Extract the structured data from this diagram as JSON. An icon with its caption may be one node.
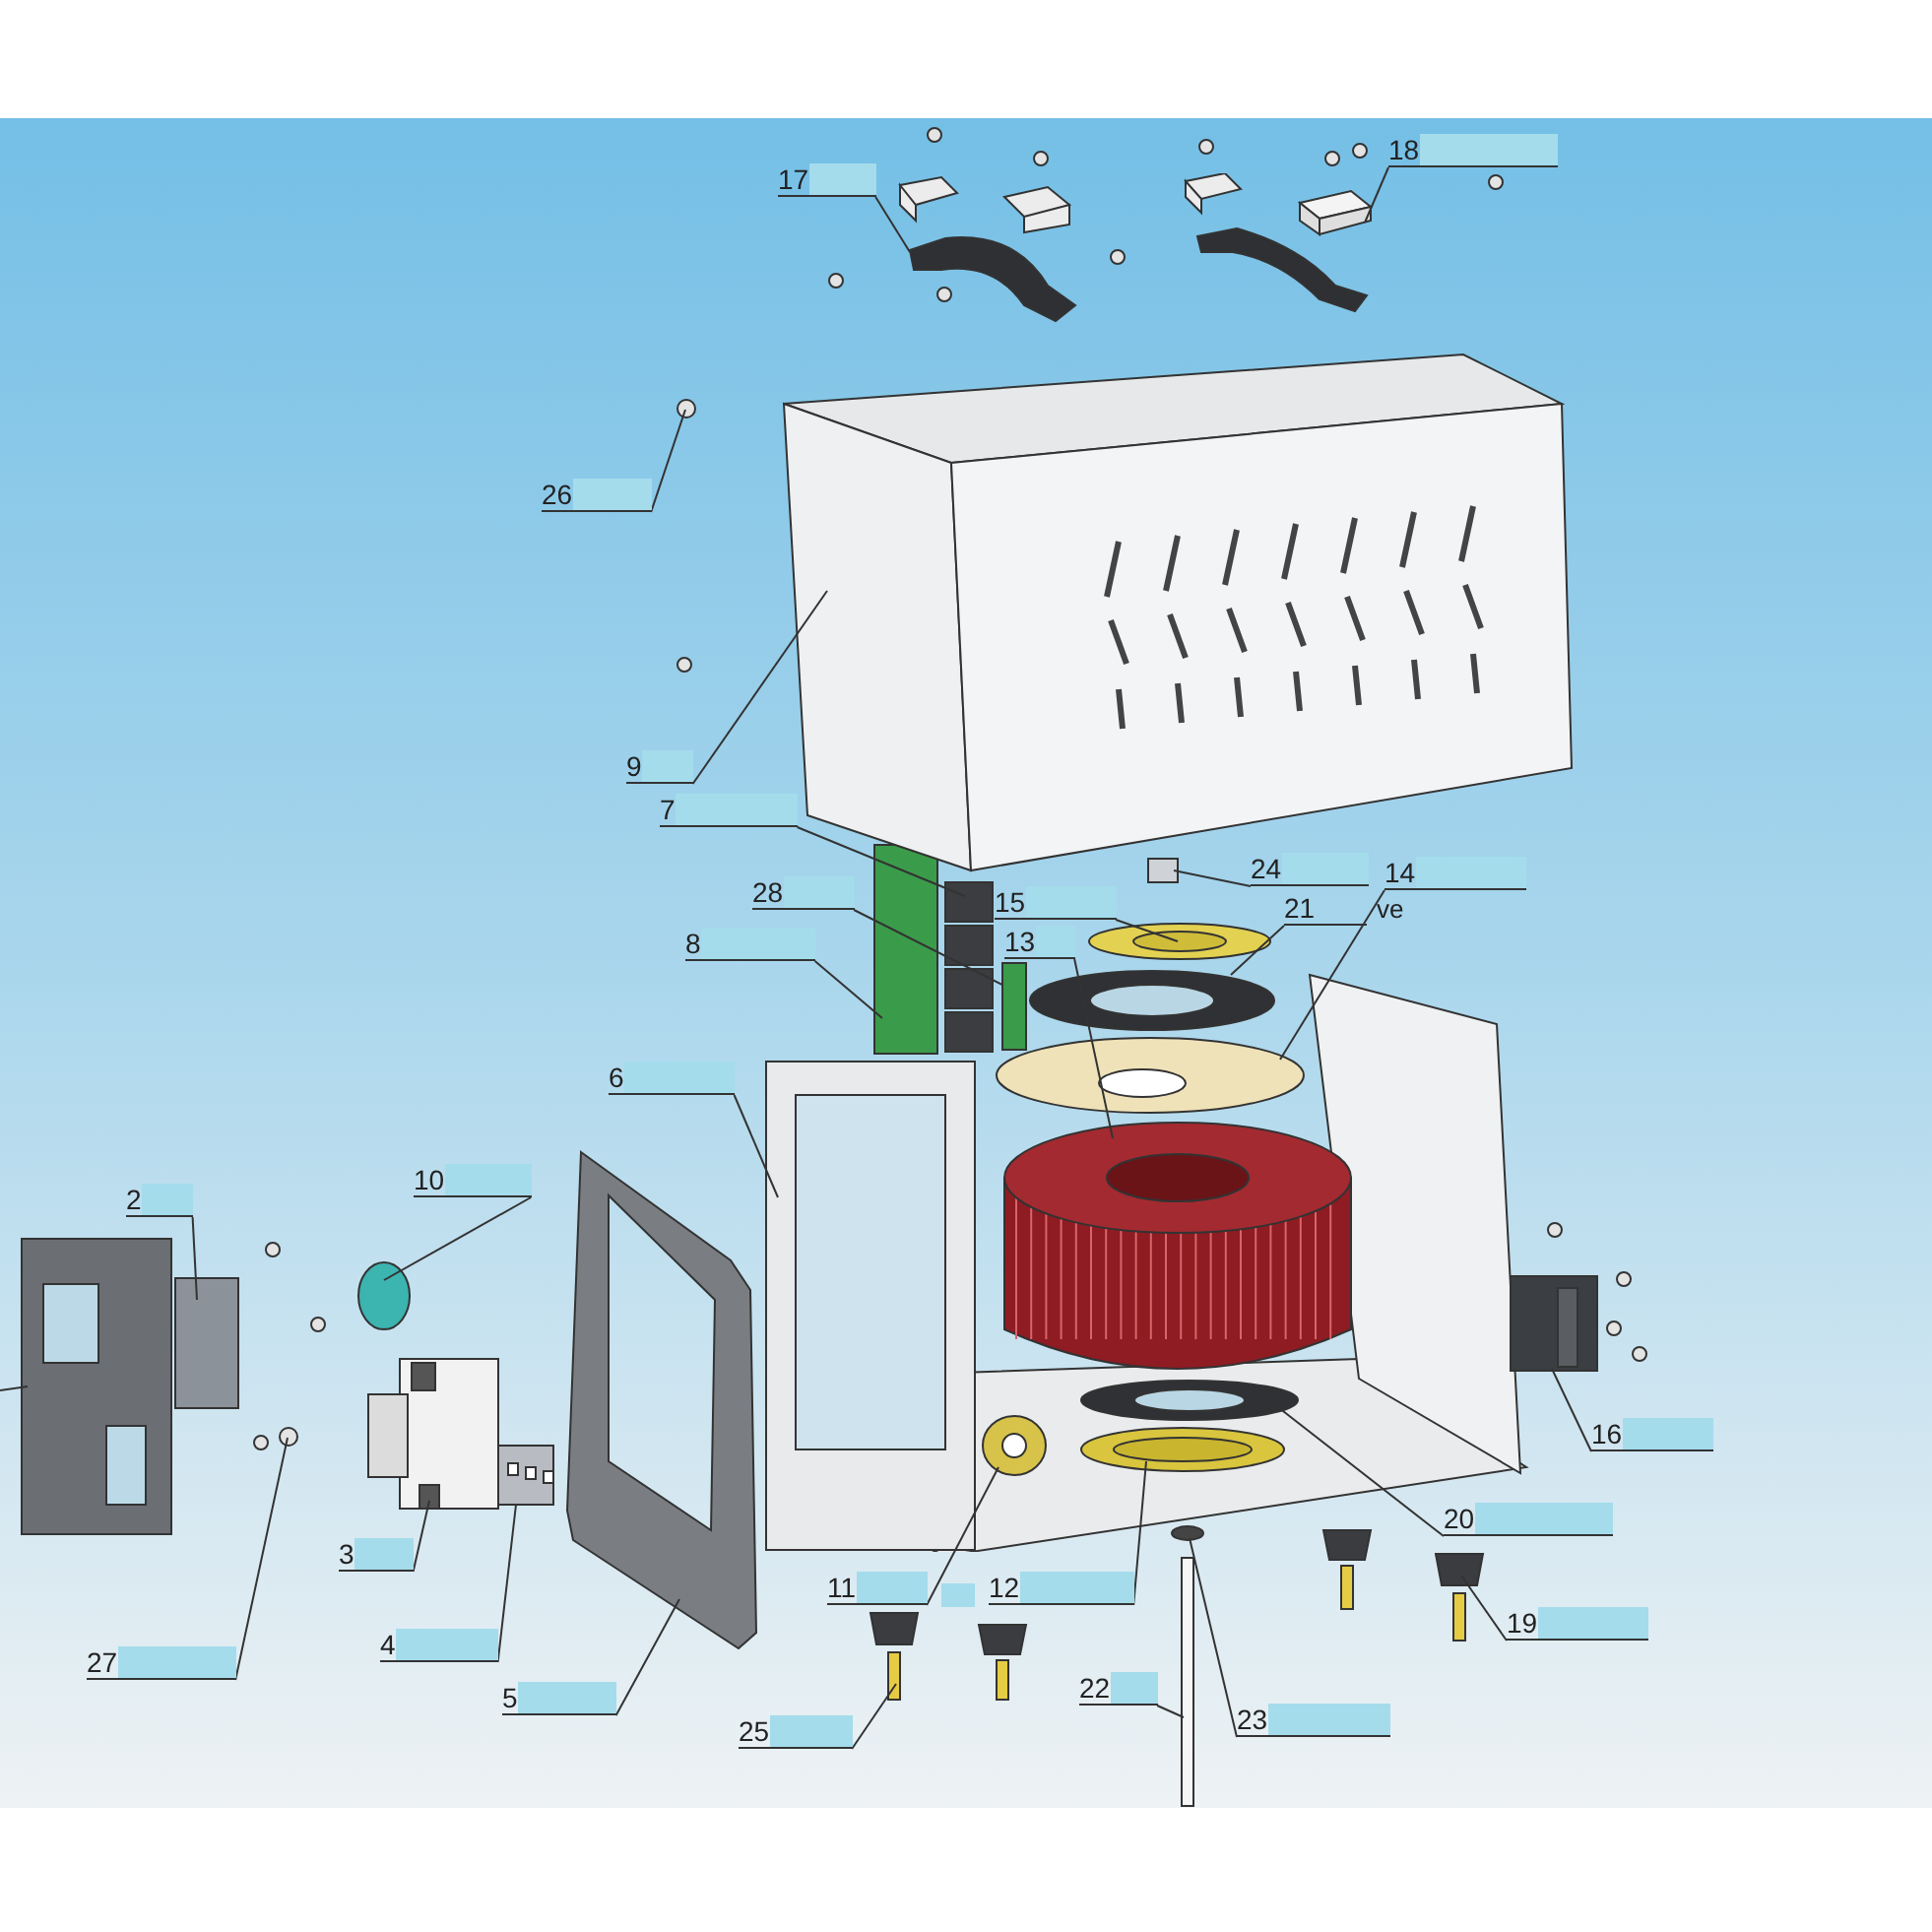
{
  "diagram": {
    "nodes": [
      {
        "text": [],
        "shape": "box"
      },
      {
        "text": [
          "2"
        ]
      },
      {
        "text": [],
        "shape": "box"
      },
      {
        "text": [
          "3"
        ]
      },
      {
        "text": [],
        "shape": "picture"
      },
      {
        "text": [
          "4"
        ]
      },
      {
        "text": [],
        "shape": "picture"
      },
      {
        "text": [
          "5"
        ]
      },
      {
        "text": [],
        "shape": "picture"
      },
      {
        "text": [
          "6"
        ]
      },
      {
        "text": [],
        "shape": "box"
      },
      {
        "text": [
          "7"
        ]
      },
      {
        "text": [],
        "shape": "picture"
      },
      {
        "text": [
          "8"
        ]
      },
      {
        "text": [],
        "shape": "box"
      },
      {
        "text": [
          "9"
        ]
      },
      {
        "text": [],
        "shape": "picture"
      },
      {
        "text": [
          "10"
        ]
      },
      {
        "text": [],
        "shape": "circle"
      },
      {
        "text": [
          "11"
        ]
      },
      {
        "text": [],
        "shape": "circle"
      },
      {
        "text": [
          "12"
        ]
      },
      {
        "text": [],
        "shape": "circle"
      },
      {
        "text": [
          "13"
        ]
      },
      {
        "text": [],
        "shape": "picture"
      },
      {
        "text": [
          "14"
        ]
      },
      {
        "text": [],
        "shape": "circle"
      },
      {
        "text": [
          "15"
        ]
      },
      {
        "text": [],
        "shape": "circle"
      },
      {
        "text": [
          "16"
        ]
      },
      {
        "text": [],
        "shape": "picture"
      },
      {
        "text": [
          "17"
        ]
      },
      {
        "text": [],
        "shape": "picture"
      },
      {
        "text": [
          "18"
        ]
      },
      {
        "text": [],
        "shape": "picture"
      },
      {
        "text": [
          "19"
        ]
      },
      {
        "text": [],
        "shape": "picture"
      },
      {
        "text": [
          "20"
        ]
      },
      {
        "text": [],
        "shape": "circle"
      },
      {
        "text": [
          "21"
        ]
      },
      {
        "text": [],
        "shape": "circle"
      },
      {
        "text": [
          "22"
        ]
      },
      {
        "text": [],
        "shape": "bar"
      },
      {
        "text": [
          "23"
        ]
      },
      {
        "text": [],
        "shape": "circle"
      },
      {
        "text": [
          "24"
        ]
      },
      {
        "text": [],
        "shape": "box"
      },
      {
        "text": [
          "25"
        ]
      },
      {
        "text": [],
        "shape": "picture"
      },
      {
        "text": [
          "26"
        ]
      },
      {
        "text": [],
        "shape": "circle"
      },
      {
        "text": [
          "27"
        ]
      },
      {
        "text": [],
        "shape": "circle"
      },
      {
        "text": [
          "28"
        ]
      },
      {
        "text": [],
        "shape": "box"
      }
    ],
    "edges": [
      {
        "from": null,
        "to": 0,
        "arrow": "none"
      },
      {
        "from": 1,
        "to": 2,
        "arrow": "none"
      },
      {
        "from": 3,
        "to": 4,
        "arrow": "none"
      },
      {
        "from": 5,
        "to": 6,
        "arrow": "none"
      },
      {
        "from": 7,
        "to": 8,
        "arrow": "none"
      },
      {
        "from": 9,
        "to": 10,
        "arrow": "none"
      },
      {
        "from": 11,
        "to": 12,
        "arrow": "none"
      },
      {
        "from": 13,
        "to": 14,
        "arrow": "none"
      },
      {
        "from": 15,
        "to": 16,
        "arrow": "none"
      },
      {
        "from": 17,
        "to": 18,
        "arrow": "none"
      },
      {
        "from": 19,
        "to": 20,
        "arrow": "none"
      },
      {
        "from": 21,
        "to": 22,
        "arrow": "none"
      },
      {
        "from": 23,
        "to": 24,
        "arrow": "none"
      },
      {
        "from": 25,
        "to": 26,
        "arrow": "none"
      },
      {
        "from": 27,
        "to": 28,
        "arrow": "none"
      },
      {
        "from": 29,
        "to": 30,
        "arrow": "none"
      },
      {
        "from": 31,
        "to": 32,
        "arrow": "none"
      },
      {
        "from": 33,
        "to": 34,
        "arrow": "none"
      },
      {
        "from": 35,
        "to": 36,
        "arrow": "none"
      },
      {
        "from": 37,
        "to": 38,
        "arrow": "none"
      },
      {
        "from": 39,
        "to": 40,
        "arrow": "none"
      },
      {
        "from": 41,
        "to": 42,
        "arrow": "none"
      },
      {
        "from": 43,
        "to": 44,
        "arrow": "none"
      },
      {
        "from": 45,
        "to": 46,
        "arrow": "none"
      },
      {
        "from": 47,
        "to": 48,
        "arrow": "none"
      },
      {
        "from": 49,
        "to": 50,
        "arrow": "none"
      },
      {
        "from": 51,
        "to": 52,
        "arrow": "none"
      },
      {
        "from": 53,
        "to": 54,
        "arrow": "none"
      }
    ],
    "labels": [
      "ve"
    ]
  }
}
